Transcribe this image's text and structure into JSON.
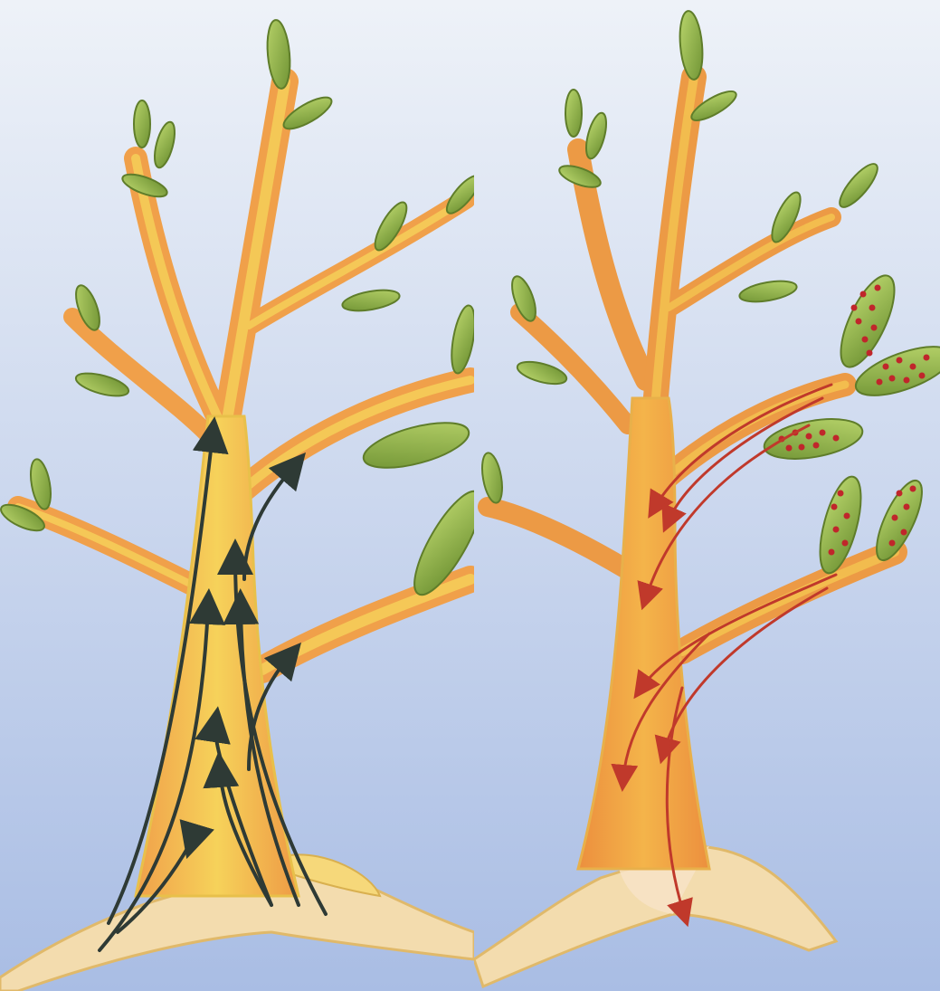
{
  "figure": {
    "panels": [
      {
        "id": "upward-transport",
        "arrow_direction": "up",
        "arrow_color": "#2e3a35"
      },
      {
        "id": "downward-transport",
        "arrow_direction": "down",
        "arrow_color": "#c0392b",
        "spotted_leaves": true
      }
    ]
  },
  "colors": {
    "background_top": "#eef2f8",
    "background_bottom": "#a9bde4",
    "trunk_orange": "#f0a04a",
    "trunk_yellow": "#f6d25a",
    "leaf_green": "#8fb848",
    "leaf_dark": "#5f7d2a",
    "root_cream": "#f3dcae",
    "spot_red": "#c0262b"
  },
  "icons": {
    "up_arrow": "black-up-arrowhead",
    "down_arrow": "red-down-arrowhead",
    "leaf": "leaf-icon"
  }
}
